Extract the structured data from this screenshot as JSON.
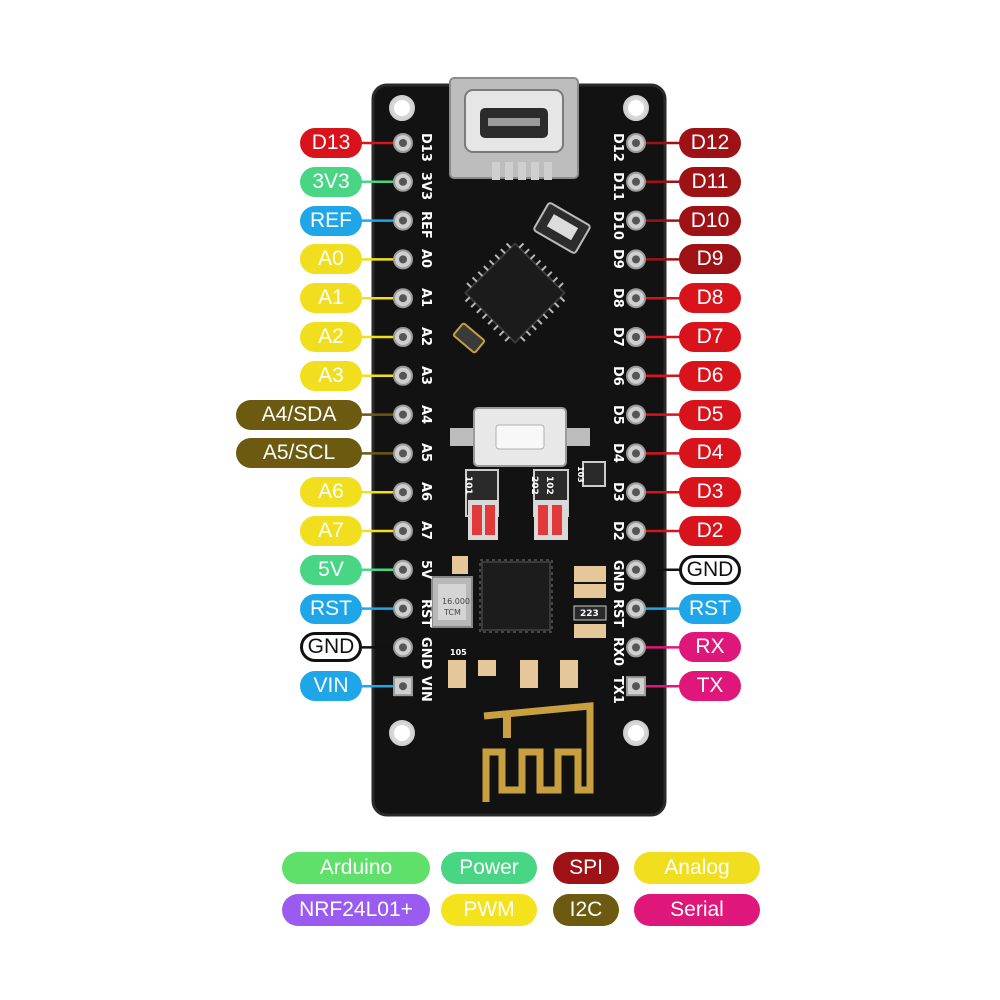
{
  "colors": {
    "arduino": "#5ee06a",
    "power": "#49d684",
    "spi": "#9e1216",
    "analog": "#f1df1f",
    "nrf": "#9a5cf0",
    "pwm": "#f4e21c",
    "i2c": "#6b5a10",
    "serial": "#e0177a",
    "digital": "#d8131c",
    "ref": "#1ea6e8",
    "gnd": "#111111",
    "pcb": "#121212",
    "gold": "#c9a040"
  },
  "left_pins": [
    {
      "label": "D13",
      "silk": "D13",
      "kind": "digital"
    },
    {
      "label": "3V3",
      "silk": "3V3",
      "kind": "power"
    },
    {
      "label": "REF",
      "silk": "REF",
      "kind": "ref"
    },
    {
      "label": "A0",
      "silk": "A0",
      "kind": "analog"
    },
    {
      "label": "A1",
      "silk": "A1",
      "kind": "analog"
    },
    {
      "label": "A2",
      "silk": "A2",
      "kind": "analog"
    },
    {
      "label": "A3",
      "silk": "A3",
      "kind": "analog"
    },
    {
      "label": "A4/SDA",
      "silk": "A4",
      "kind": "i2c"
    },
    {
      "label": "A5/SCL",
      "silk": "A5",
      "kind": "i2c"
    },
    {
      "label": "A6",
      "silk": "A6",
      "kind": "analog"
    },
    {
      "label": "A7",
      "silk": "A7",
      "kind": "analog"
    },
    {
      "label": "5V",
      "silk": "5V",
      "kind": "power"
    },
    {
      "label": "RST",
      "silk": "RST",
      "kind": "ref"
    },
    {
      "label": "GND",
      "silk": "GND",
      "kind": "gnd"
    },
    {
      "label": "VIN",
      "silk": "VIN",
      "kind": "ref"
    }
  ],
  "right_pins": [
    {
      "label": "D12",
      "silk": "D12",
      "kind": "spi"
    },
    {
      "label": "D11",
      "silk": "D11",
      "kind": "spi"
    },
    {
      "label": "D10",
      "silk": "D10",
      "kind": "spi"
    },
    {
      "label": "D9",
      "silk": "D9",
      "kind": "spi"
    },
    {
      "label": "D8",
      "silk": "D8",
      "kind": "digital"
    },
    {
      "label": "D7",
      "silk": "D7",
      "kind": "digital"
    },
    {
      "label": "D6",
      "silk": "D6",
      "kind": "digital"
    },
    {
      "label": "D5",
      "silk": "D5",
      "kind": "digital"
    },
    {
      "label": "D4",
      "silk": "D4",
      "kind": "digital"
    },
    {
      "label": "D3",
      "silk": "D3",
      "kind": "digital"
    },
    {
      "label": "D2",
      "silk": "D2",
      "kind": "digital"
    },
    {
      "label": "GND",
      "silk": "GND",
      "kind": "gnd"
    },
    {
      "label": "RST",
      "silk": "RST",
      "kind": "ref"
    },
    {
      "label": "RX",
      "silk": "RX0",
      "kind": "serial"
    },
    {
      "label": "TX",
      "silk": "TX1",
      "kind": "serial"
    }
  ],
  "legend": [
    {
      "label": "Arduino",
      "kind": "arduino"
    },
    {
      "label": "Power",
      "kind": "power"
    },
    {
      "label": "SPI",
      "kind": "spi"
    },
    {
      "label": "Analog",
      "kind": "analog"
    },
    {
      "label": "NRF24L01+",
      "kind": "nrf"
    },
    {
      "label": "PWM",
      "kind": "pwm"
    },
    {
      "label": "I2C",
      "kind": "i2c"
    },
    {
      "label": "Serial",
      "kind": "serial"
    }
  ],
  "components": {
    "crystal_text_1": "16.000",
    "crystal_text_2": "TCM",
    "chip_223": "223",
    "chip_102": "102",
    "chip_202": "202",
    "chip_101": "101",
    "chip_103": "103",
    "chip_105": "105"
  }
}
